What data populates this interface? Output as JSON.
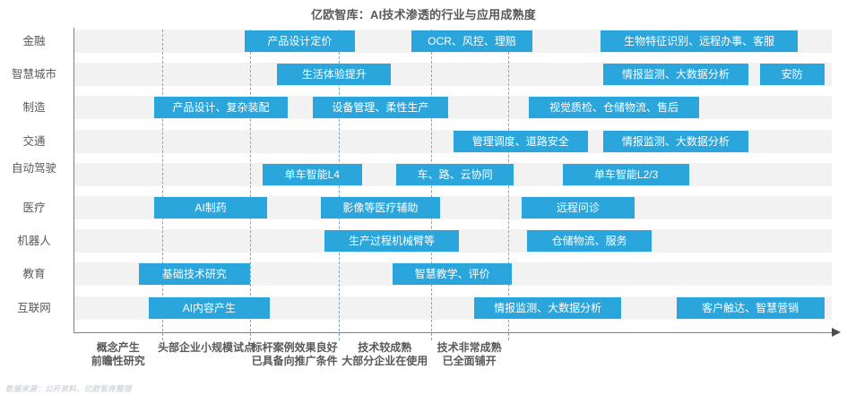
{
  "title": "亿欧智库：AI技术渗透的行业与应用成熟度",
  "footer": "数据来源：公开资料、亿欧智库整理",
  "colors": {
    "bar": "#2ba6dd",
    "band": "#f2f2f2",
    "gridline": "#7ba7c4",
    "axis": "#808080",
    "title_text": "#595959",
    "footer_text": "#d3d8de"
  },
  "chart_data": {
    "type": "bar",
    "title": "亿欧智库：AI技术渗透的行业与应用成熟度",
    "xlabel": "",
    "ylabel": "",
    "grid": true,
    "legend_position": "none",
    "x_axis_stages": [
      {
        "line1": "概念产生",
        "line2": "前瞻性研究"
      },
      {
        "line1": "头部企业小规模试点",
        "line2": ""
      },
      {
        "line1": "标杆案例效果良好",
        "line2": "已具备向推广条件"
      },
      {
        "line1": "技术较成熟",
        "line2": "大部分企业在使用"
      },
      {
        "line1": "技术非常成熟",
        "line2": "已全面铺开"
      }
    ],
    "categories": [
      "金融",
      "智慧城市",
      "制造",
      "交通",
      "自动驾驶",
      "医疗",
      "机器人",
      "教育",
      "互联网"
    ],
    "rows": [
      {
        "label": "金融",
        "label_lines": [
          "金融"
        ],
        "items": [
          {
            "text": "产品设计定价",
            "start": 0.225,
            "end": 0.37
          },
          {
            "text": "OCR、风控、理赔",
            "start": 0.445,
            "end": 0.605
          },
          {
            "text": "生物特征识别、远程办事、客服",
            "start": 0.695,
            "end": 0.955
          }
        ]
      },
      {
        "label": "智慧城市",
        "label_lines": [
          "智慧城市"
        ],
        "items": [
          {
            "text": "生活体验提升",
            "start": 0.268,
            "end": 0.418
          },
          {
            "text": "情报监测、大数据分析",
            "start": 0.698,
            "end": 0.89
          },
          {
            "text": "安防",
            "start": 0.905,
            "end": 0.99
          }
        ]
      },
      {
        "label": "制造",
        "label_lines": [
          "制造"
        ],
        "items": [
          {
            "text": "产品设计、复杂装配",
            "start": 0.105,
            "end": 0.282
          },
          {
            "text": "设备管理、柔性生产",
            "start": 0.315,
            "end": 0.493
          },
          {
            "text": "视觉质检、仓储物流、售后",
            "start": 0.6,
            "end": 0.825
          }
        ]
      },
      {
        "label": "交通",
        "label_lines": [
          "交通"
        ],
        "items": [
          {
            "text": "管理调度、道路安全",
            "start": 0.5,
            "end": 0.678
          },
          {
            "text": "情报监测、大数据分析",
            "start": 0.698,
            "end": 0.89
          }
        ]
      },
      {
        "label": "自动驾驶",
        "label_lines": [
          "自动",
          "驾驶"
        ],
        "items": [
          {
            "text": "单车智能L4",
            "start": 0.248,
            "end": 0.38
          },
          {
            "text": "车、路、云协同",
            "start": 0.425,
            "end": 0.58
          },
          {
            "text": "单车智能L2/3",
            "start": 0.645,
            "end": 0.812
          }
        ]
      },
      {
        "label": "医疗",
        "label_lines": [
          "医疗"
        ],
        "items": [
          {
            "text": "AI制药",
            "start": 0.105,
            "end": 0.255
          },
          {
            "text": "影像等医疗辅助",
            "start": 0.325,
            "end": 0.483
          },
          {
            "text": "远程问诊",
            "start": 0.59,
            "end": 0.74
          }
        ]
      },
      {
        "label": "机器人",
        "label_lines": [
          "机器人"
        ],
        "items": [
          {
            "text": "生产过程机械臂等",
            "start": 0.33,
            "end": 0.508
          },
          {
            "text": "仓储物流、服务",
            "start": 0.598,
            "end": 0.762
          }
        ]
      },
      {
        "label": "教育",
        "label_lines": [
          "教育"
        ],
        "items": [
          {
            "text": "基础技术研究",
            "start": 0.085,
            "end": 0.232
          },
          {
            "text": "智慧教学、评价",
            "start": 0.42,
            "end": 0.578
          }
        ]
      },
      {
        "label": "互联网",
        "label_lines": [
          "互联网"
        ],
        "items": [
          {
            "text": "AI内容产生",
            "start": 0.098,
            "end": 0.258
          },
          {
            "text": "情报监测、大数据分析",
            "start": 0.528,
            "end": 0.722
          },
          {
            "text": "客户触达、智慧营销",
            "start": 0.795,
            "end": 0.99
          }
        ]
      }
    ],
    "gridline_positions": [
      0.1155,
      0.2325,
      0.349,
      0.4705,
      0.5725
    ]
  }
}
